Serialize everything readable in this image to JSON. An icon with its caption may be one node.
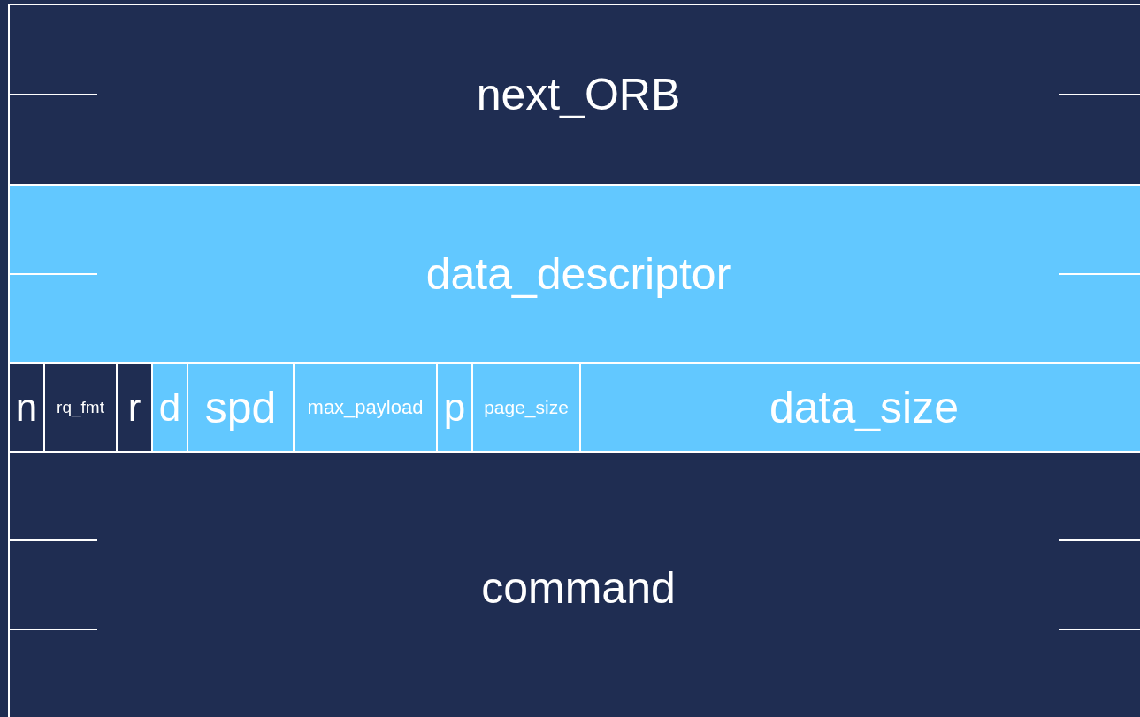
{
  "diagram": {
    "nodes": [
      {
        "text": [
          "next_ORB"
        ]
      },
      {
        "text": [
          "data_descriptor"
        ]
      },
      {
        "text": [
          "n"
        ]
      },
      {
        "text": [
          "rq_fmt"
        ]
      },
      {
        "text": [
          "r"
        ]
      },
      {
        "text": [
          "d"
        ]
      },
      {
        "text": [
          "spd"
        ]
      },
      {
        "text": [
          "max_payload"
        ]
      },
      {
        "text": [
          "p"
        ]
      },
      {
        "text": [
          "page_size"
        ]
      },
      {
        "text": [
          "data_size"
        ]
      },
      {
        "text": [
          "command"
        ]
      }
    ]
  }
}
